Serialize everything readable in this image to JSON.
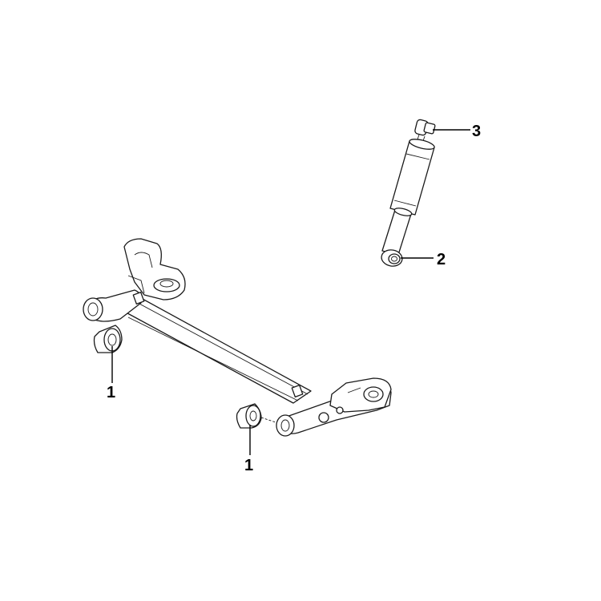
{
  "callouts": [
    {
      "id": "bushing-left",
      "label": "1"
    },
    {
      "id": "bushing-right",
      "label": "1"
    },
    {
      "id": "shock-lower-bushing",
      "label": "2"
    },
    {
      "id": "shock-upper-mount",
      "label": "3"
    }
  ]
}
